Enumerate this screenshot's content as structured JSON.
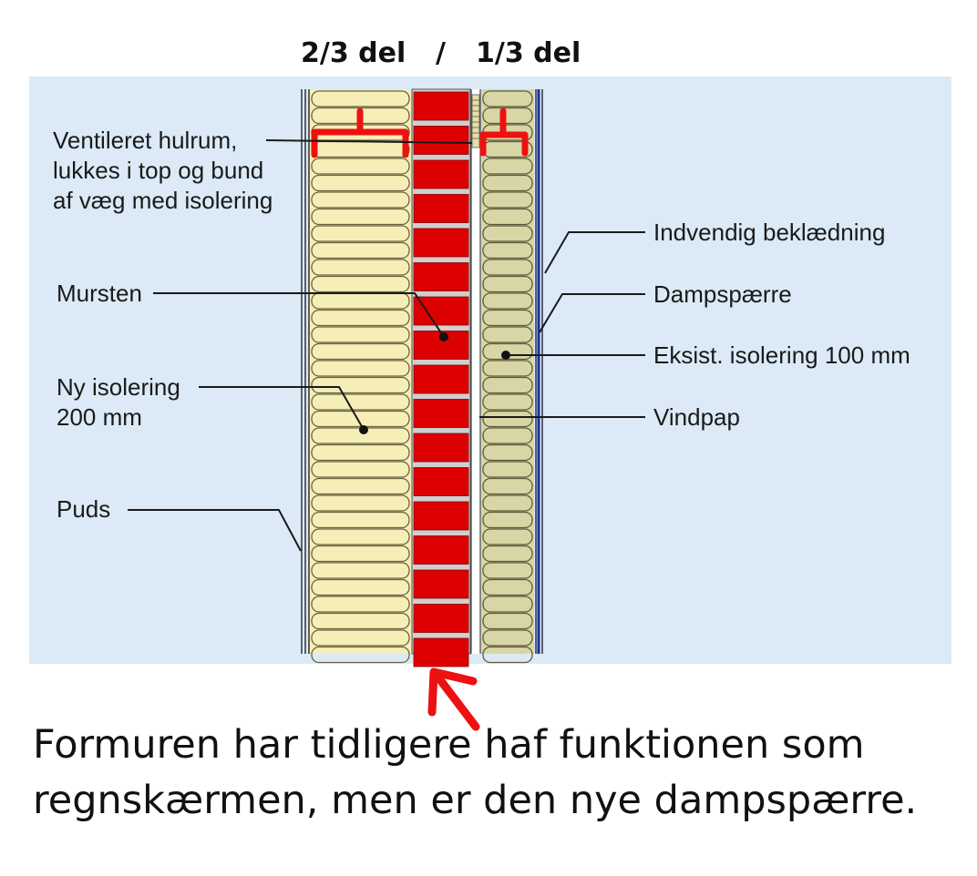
{
  "header": {
    "left": "2/3 del",
    "separator": "/",
    "right": "1/3 del"
  },
  "labels": {
    "ventileret": [
      "Ventileret hulrum,",
      "lukkes i top og bund",
      "af væg med isolering"
    ],
    "mursten": "Mursten",
    "ny_isolering": [
      "Ny isolering",
      "200 mm"
    ],
    "puds": "Puds",
    "indvendig": "Indvendig beklædning",
    "dampspaerre": "Dampspærre",
    "eksist": "Eksist. isolering 100 mm",
    "vindpap": "Vindpap"
  },
  "caption": [
    "Formuren har tidligere haf funktionen som",
    "regnskærmen, men er den nye dampspærre."
  ],
  "colors": {
    "background_panel": "#dbeaf6",
    "new_insulation": "#f6eeb7",
    "brick": "#dd0000",
    "existing_insulation": "#d9d6a6",
    "vapor_barrier": "#1a2fa8",
    "annotation": "#ee1111"
  }
}
